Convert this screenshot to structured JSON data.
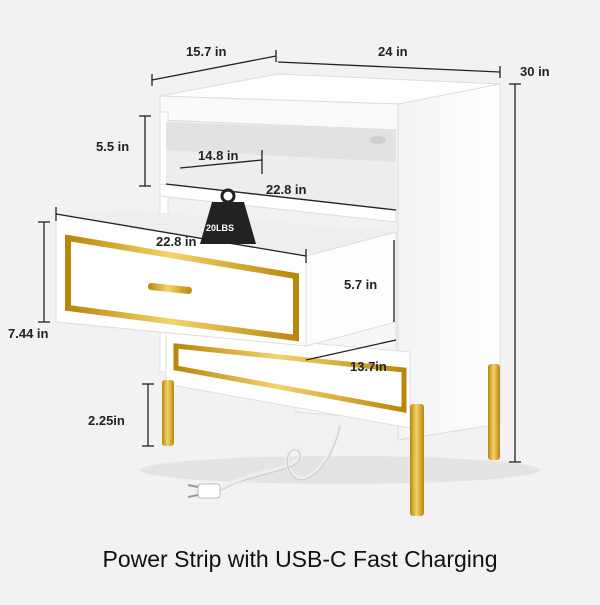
{
  "dimensions": {
    "top_depth": "15.7 in",
    "top_width": "24 in",
    "total_height": "30 in",
    "shelf_height": "5.5 in",
    "shelf_depth": "14.8 in",
    "shelf_width": "22.8 in",
    "drawer_width": "22.8 in",
    "drawer_inner_height": "5.7 in",
    "drawer_depth": "13.7in",
    "drawer_front_height": "7.44 in",
    "leg_height": "2.25in"
  },
  "weight_badge": "20LBS",
  "caption": "Power Strip with USB-C Fast Charging",
  "colors": {
    "cabinet": "#ffffff",
    "gold": "#d4a82a",
    "background": "#f2f2f2",
    "interior": "#eeeeee"
  }
}
